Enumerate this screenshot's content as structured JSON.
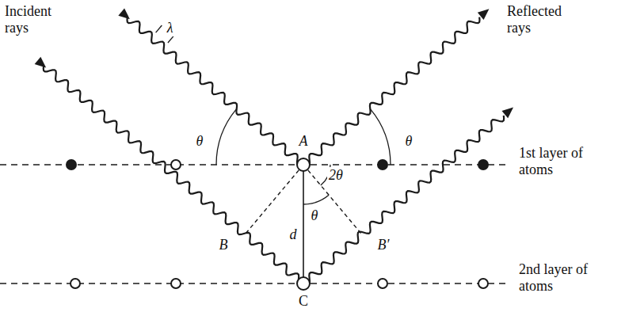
{
  "diagram": {
    "labels": [
      "Incident rays",
      "λ",
      "Reflected rays",
      "θ",
      "A",
      "θ",
      "2θ",
      "θ",
      "d",
      "B",
      "B′",
      "C",
      "1st layer of atoms",
      "2nd layer of atoms"
    ]
  }
}
